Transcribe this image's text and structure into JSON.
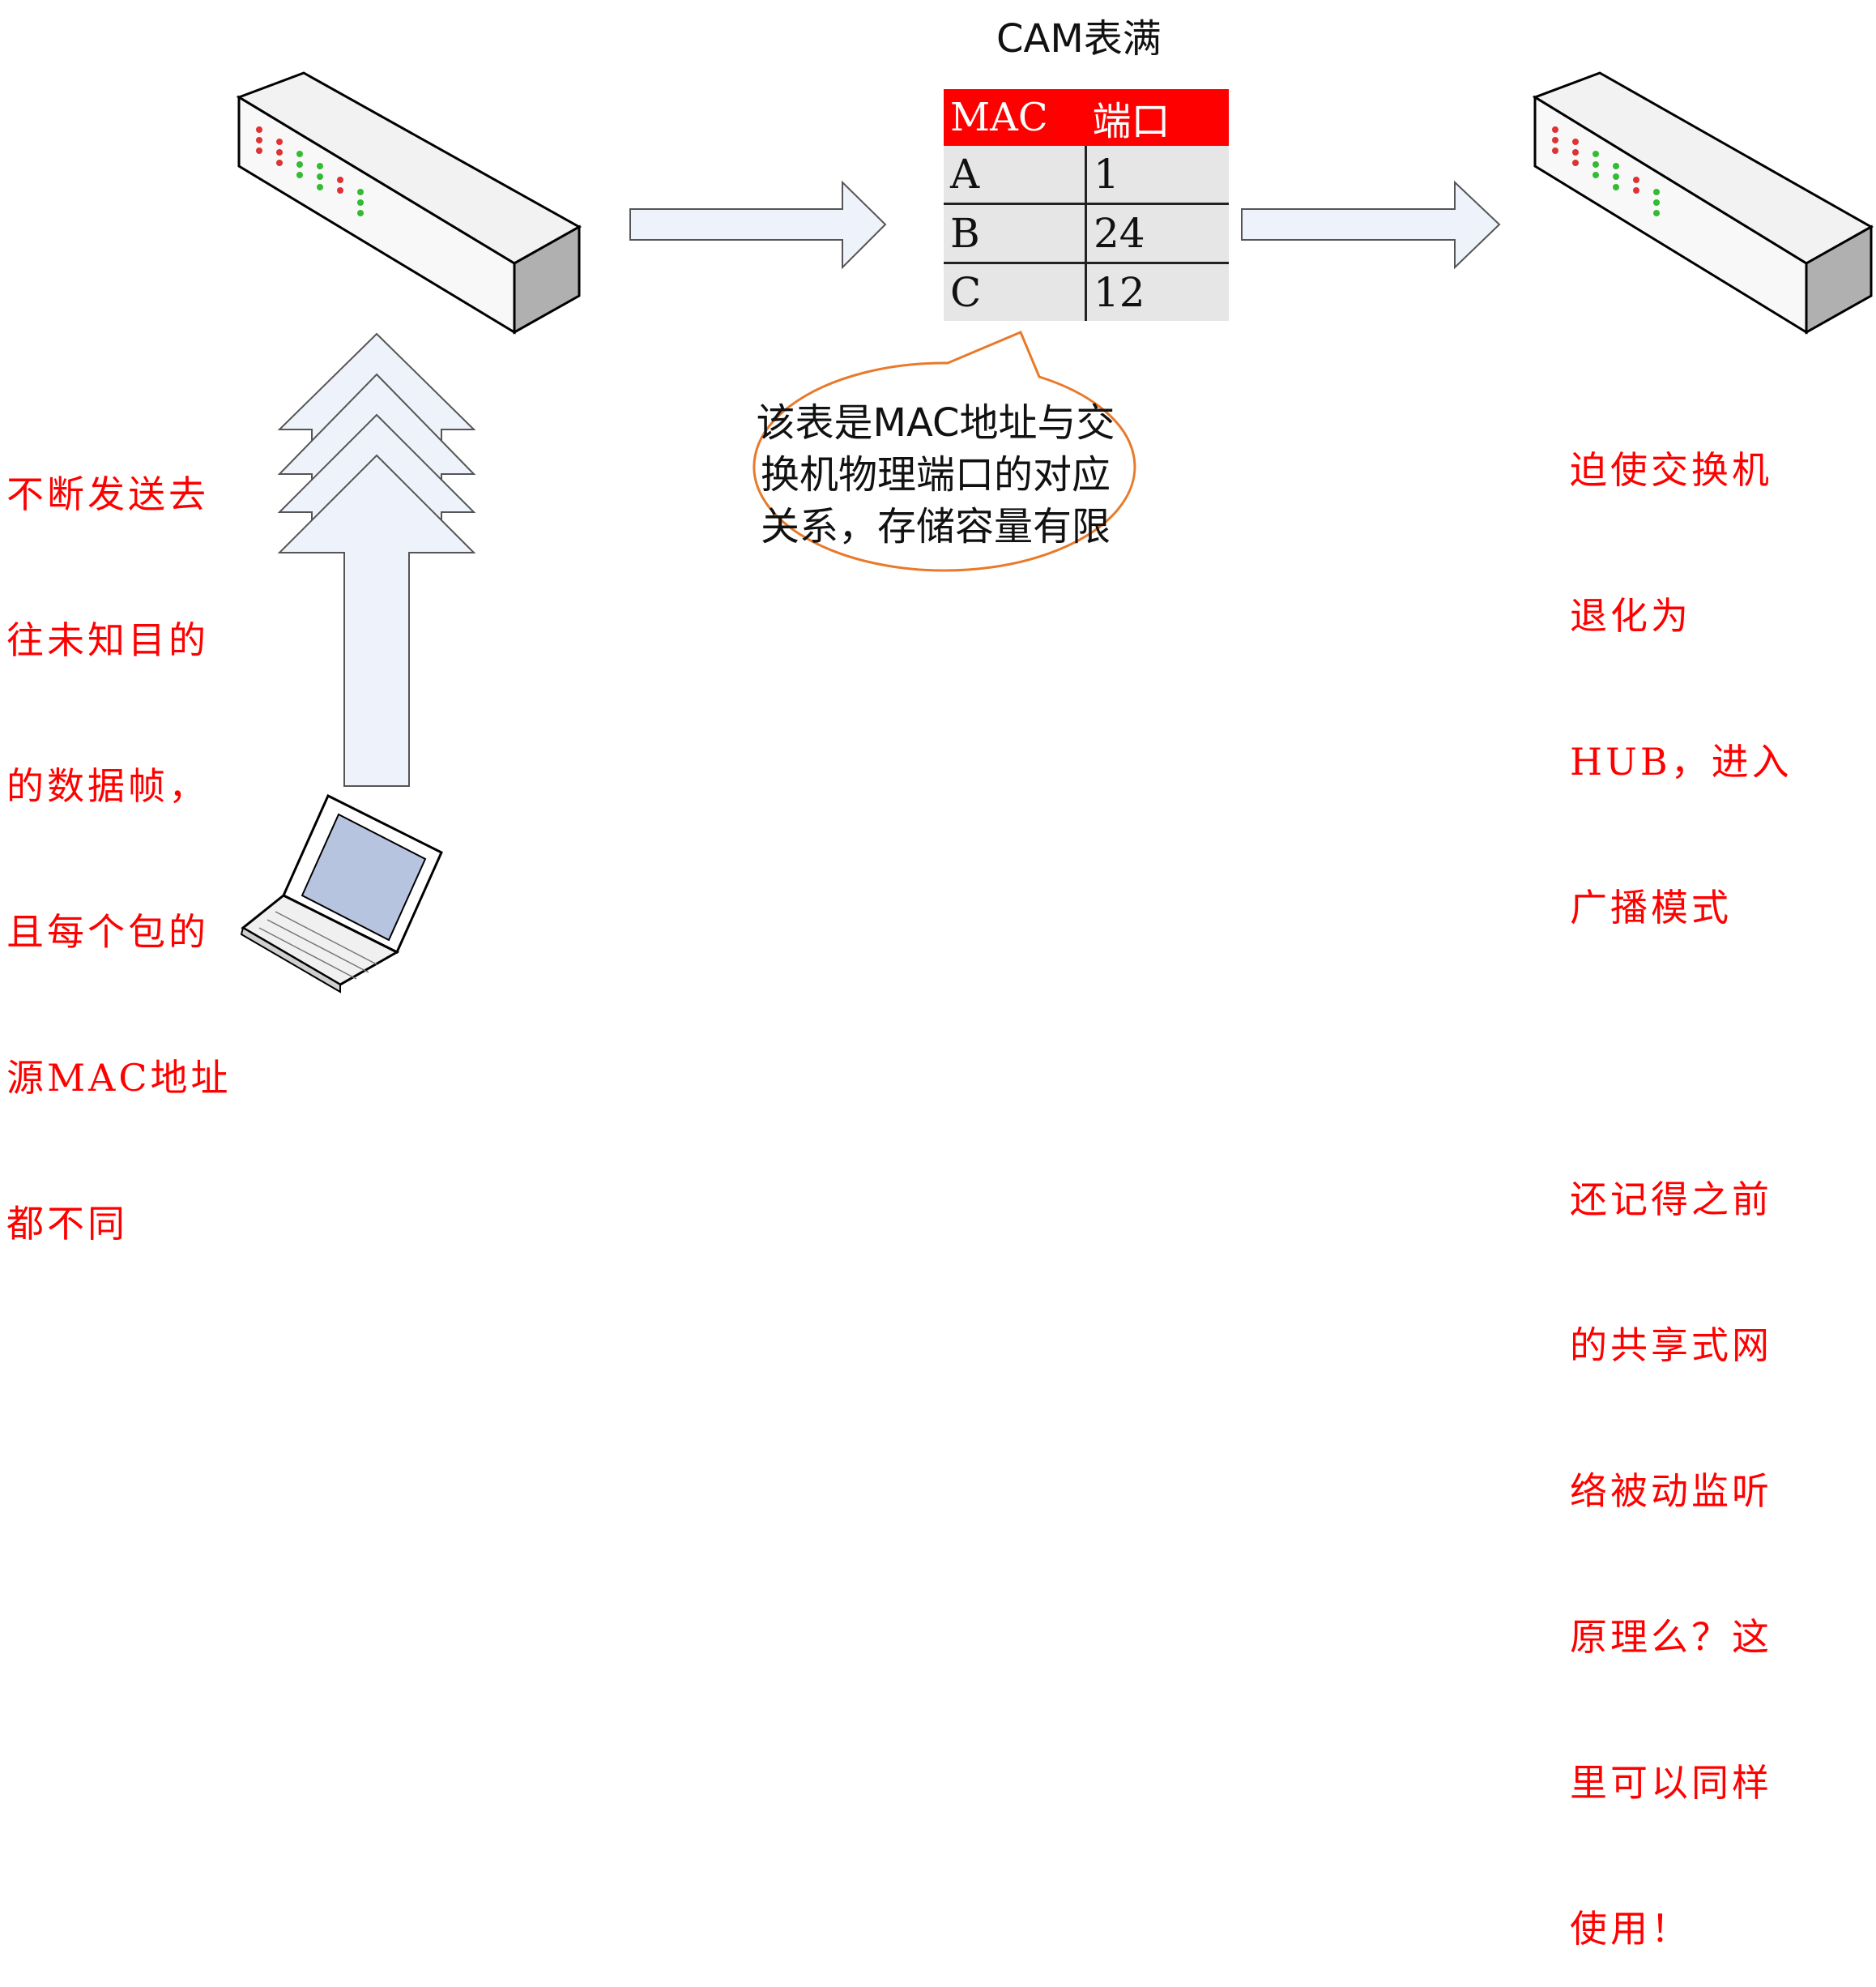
{
  "title": "CAM表满",
  "table": {
    "headers": [
      "MAC",
      "端口"
    ],
    "rows": [
      {
        "mac": "A",
        "port": "1"
      },
      {
        "mac": "B",
        "port": "24"
      },
      {
        "mac": "C",
        "port": "12"
      }
    ]
  },
  "callout": {
    "lines": [
      "该表是MAC地址与交",
      "换机物理端口的对应",
      "关系，存储容量有限"
    ]
  },
  "left_note": {
    "lines": [
      "不断发送去",
      "往未知目的",
      "的数据帧，",
      "且每个包的",
      "源MAC地址",
      "都不同"
    ]
  },
  "right_note": {
    "lines": [
      "迫使交换机",
      "退化为",
      "HUB，进入",
      "广播模式",
      "",
      "还记得之前",
      "的共享式网",
      "络被动监听",
      "原理么？这",
      "里可以同样",
      "使用！"
    ]
  },
  "colors": {
    "accent": "#ff0000",
    "arrow_fill": "#eef2fa",
    "callout_border": "#e87a2a"
  }
}
